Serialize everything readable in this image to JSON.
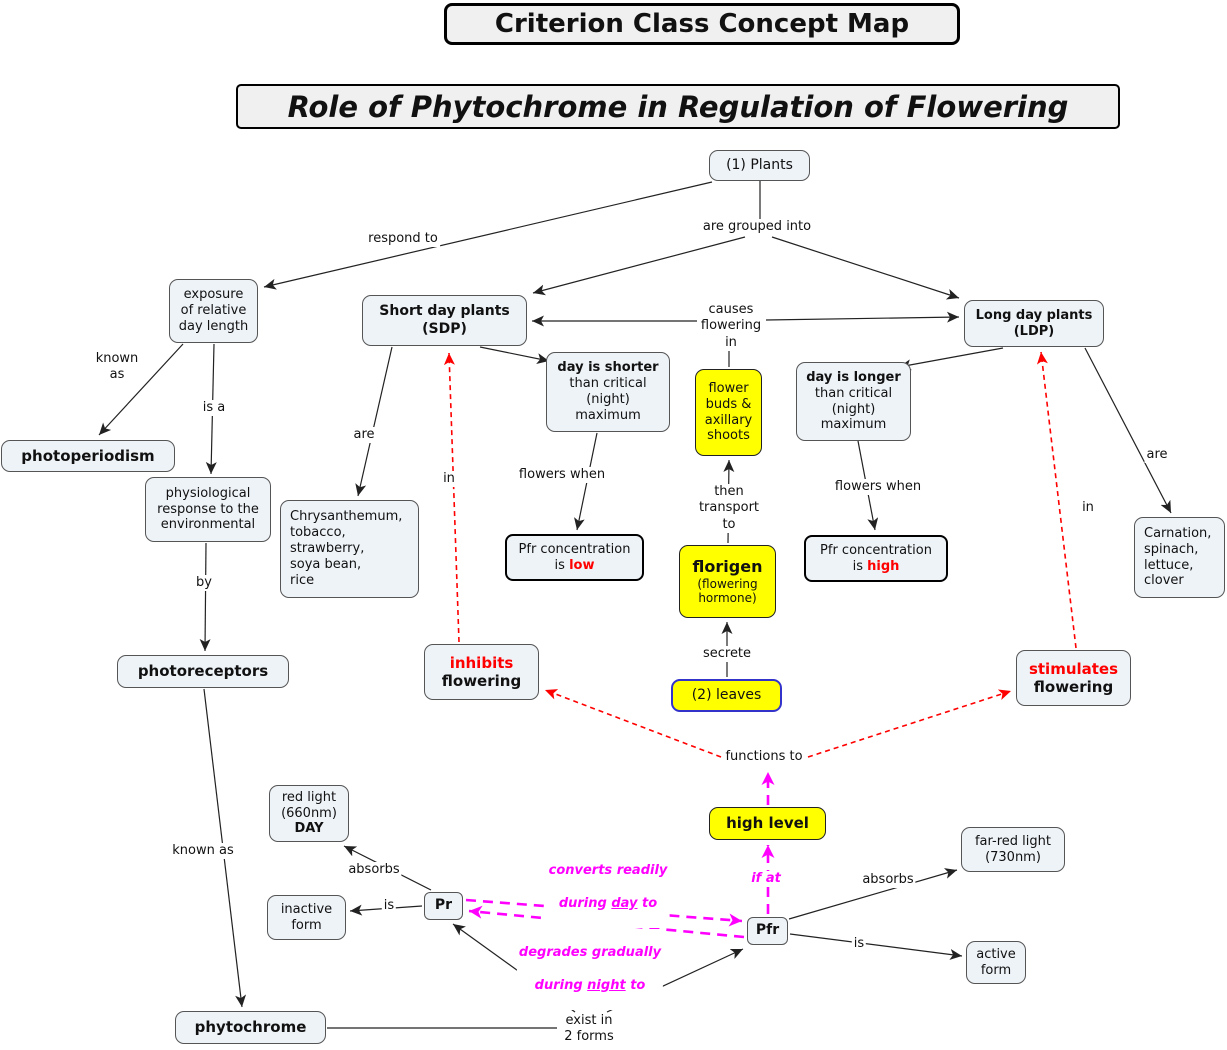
{
  "titles": {
    "main": "Criterion Class Concept Map",
    "subtitle": "Role of Phytochrome in Regulation of Flowering"
  },
  "nodes": {
    "plants": "(1) Plants",
    "exposure": "exposure\nof relative\nday length",
    "sdp": "Short day plants\n(SDP)",
    "ldp": "Long day plants\n(LDP)",
    "day_shorter_bold": "day is shorter",
    "day_shorter_rest": "than critical\n(night)\nmaximum",
    "flower_buds": "flower\nbuds &\naxillary\nshoots",
    "day_longer_bold": "day is longer",
    "day_longer_rest": "than critical\n(night)\nmaximum",
    "photoperiodism": "photoperiodism",
    "physiological": "physiological\nresponse to the\nenvironmental",
    "sdp_examples": "Chrysanthemum,\ntobacco,\nstrawberry,\nsoya bean,\nrice",
    "pfr_low_line1": "Pfr concentration",
    "pfr_low_prefix": "is ",
    "pfr_low_value": "low",
    "florigen_name": "florigen",
    "florigen_sub": "(flowering\nhormone)",
    "pfr_high_line1": "Pfr concentration",
    "pfr_high_prefix": "is ",
    "pfr_high_value": "high",
    "ldp_examples": "Carnation,\nspinach,\nlettuce,\nclover",
    "inhibits_word": "inhibits",
    "inhibits_flowering": "flowering",
    "leaves": "(2) leaves",
    "stimulates_word": "stimulates",
    "stimulates_flowering": "flowering",
    "photoreceptors": "photoreceptors",
    "red_light_lines": "red light\n(660nm)",
    "red_light_day": "DAY",
    "high_level": "high level",
    "far_red": "far-red light\n(730nm)",
    "inactive_form": "inactive\nform",
    "pr": "Pr",
    "pfr": "Pfr",
    "active_form": "active\nform",
    "phytochrome": "phytochrome"
  },
  "edge_labels": {
    "respond_to": "respond to",
    "are_grouped_into": "are grouped into",
    "causes_flowering_in": "causes\nflowering\nin",
    "known_as_1": "known\nas",
    "is_a": "is a",
    "are_left": "are",
    "in_left": "in",
    "flowers_when_left": "flowers when",
    "then_transport_to": "then\ntransport\nto",
    "flowers_when_right": "flowers when",
    "are_right": "are",
    "in_right": "in",
    "by": "by",
    "secrete": "secrete",
    "functions_to": "functions to",
    "known_as_2": "known as",
    "absorbs_left": "absorbs",
    "converts_line1": "converts readily",
    "converts_prefix": "during ",
    "converts_day": "day",
    "converts_suffix": " to",
    "if_at": "if at",
    "absorbs_right": "absorbs",
    "is_left": "is",
    "degrades_line1": "degrades gradually",
    "degrades_prefix": "during ",
    "degrades_night": "night",
    "degrades_suffix": " to",
    "is_right": "is",
    "exist_in": "exist in\n2 forms"
  },
  "colors": {
    "node_bg": "#eef3f8",
    "highlight_yellow": "#ffff00",
    "alert_red": "#ff0000",
    "conversion_magenta": "#ff00ff",
    "leaves_border_blue": "#3333cc"
  }
}
